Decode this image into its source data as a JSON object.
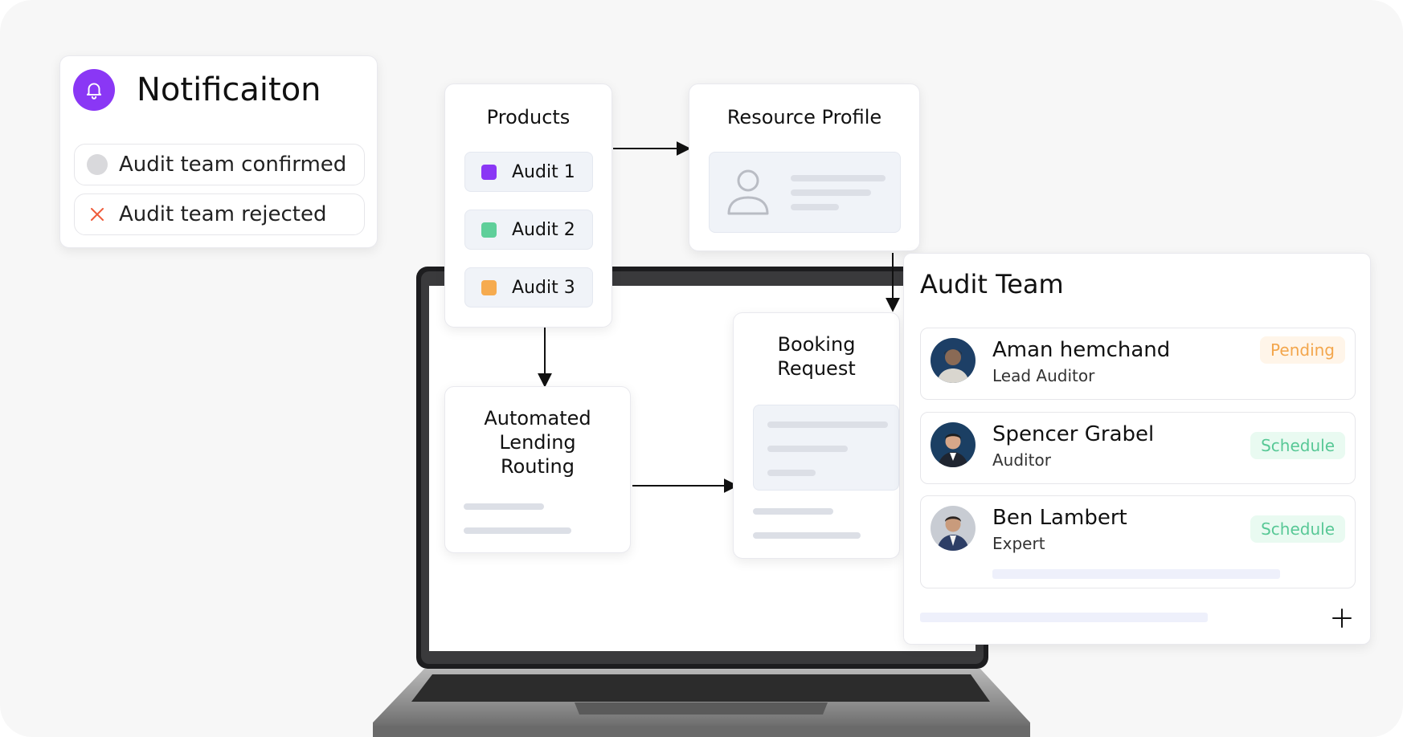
{
  "notification": {
    "title": "Notificaiton",
    "items": [
      {
        "label": "Audit team confirmed",
        "state": "neutral"
      },
      {
        "label": "Audit team rejected",
        "state": "rejected"
      }
    ]
  },
  "products": {
    "title": "Products",
    "items": [
      {
        "label": "Audit 1",
        "color": "#8a37f5"
      },
      {
        "label": "Audit 2",
        "color": "#5fcf9a"
      },
      {
        "label": "Audit 3",
        "color": "#f6ab4f"
      }
    ]
  },
  "resource_profile": {
    "title": "Resource Profile"
  },
  "lending": {
    "title_lines": [
      "Automated",
      "Lending",
      "Routing"
    ]
  },
  "booking": {
    "title_lines": [
      "Booking",
      "Request"
    ]
  },
  "audit_team": {
    "title": "Audit Team",
    "members": [
      {
        "name": "Aman hemchand",
        "role": "Lead Auditor",
        "status": "Pending"
      },
      {
        "name": "Spencer Grabel",
        "role": "Auditor",
        "status": "Schedule"
      },
      {
        "name": "Ben Lambert",
        "role": "Expert",
        "status": "Schedule"
      }
    ]
  },
  "colors": {
    "accent_purple": "#8a37f5",
    "pending": "#f3a64c",
    "schedule": "#58c896",
    "reject": "#ef5b3a"
  }
}
